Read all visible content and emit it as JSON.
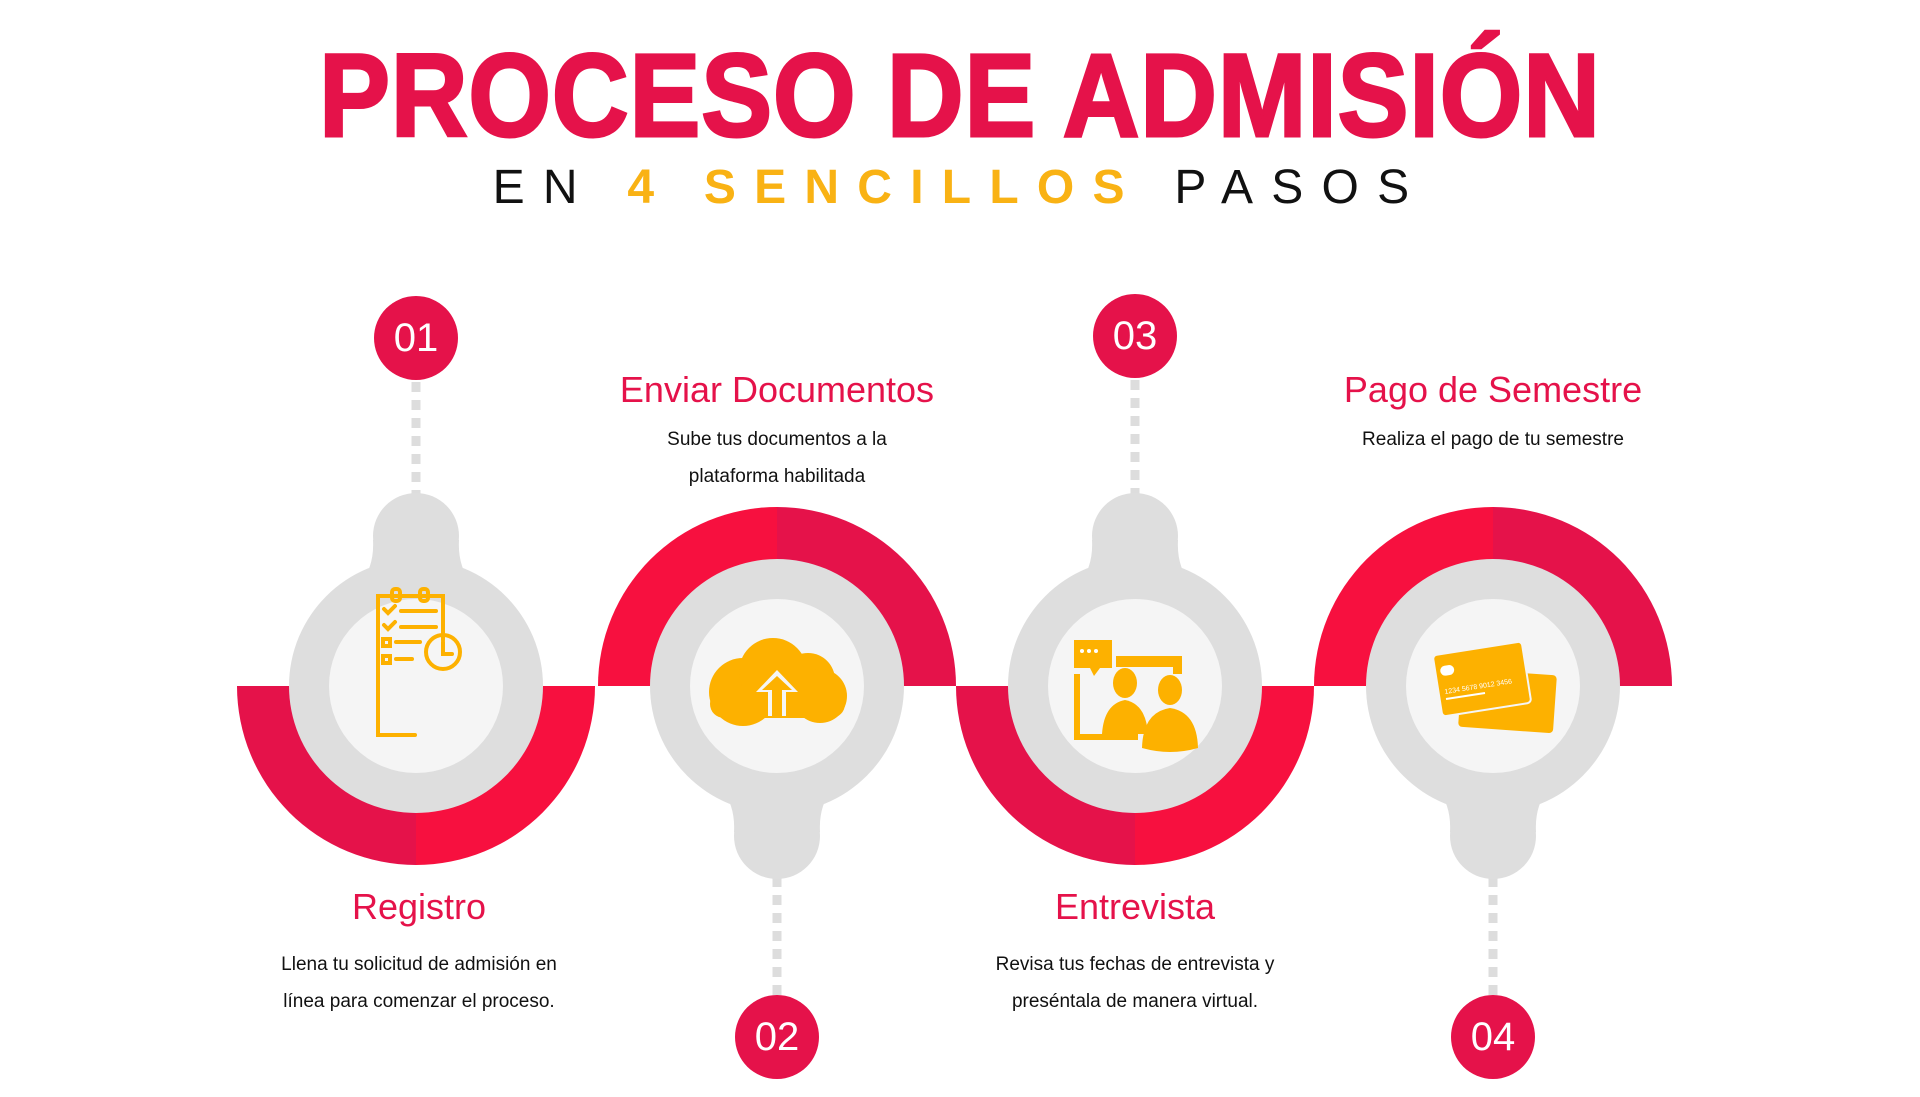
{
  "header": {
    "title": "PROCESO DE ADMISIÓN",
    "subtitle_prefix": "EN",
    "subtitle_accent": "4 SENCILLOS",
    "subtitle_suffix": "PASOS"
  },
  "colors": {
    "primary": "#E5124A",
    "primary_bright": "#F7103F",
    "accent": "#FDB100",
    "ring_gray": "#DEDEDE",
    "inner_gray": "#F5F5F5"
  },
  "steps": [
    {
      "number": "01",
      "title": "Registro",
      "desc": [
        "Llena tu solicitud de admisión en",
        "línea para comenzar el proceso."
      ],
      "icon": "clipboard-clock-icon"
    },
    {
      "number": "02",
      "title": "Enviar Documentos",
      "desc": [
        "Sube tus documentos a la",
        "plataforma habilitada"
      ],
      "icon": "cloud-upload-icon"
    },
    {
      "number": "03",
      "title": "Entrevista",
      "desc": [
        "Revisa tus fechas de entrevista y",
        "preséntala de manera virtual."
      ],
      "icon": "video-interview-icon"
    },
    {
      "number": "04",
      "title": "Pago de Semestre",
      "desc": [
        "Realiza el pago de tu semestre"
      ],
      "icon": "credit-card-icon",
      "card_number": "1234 5678 9012 3456"
    }
  ]
}
